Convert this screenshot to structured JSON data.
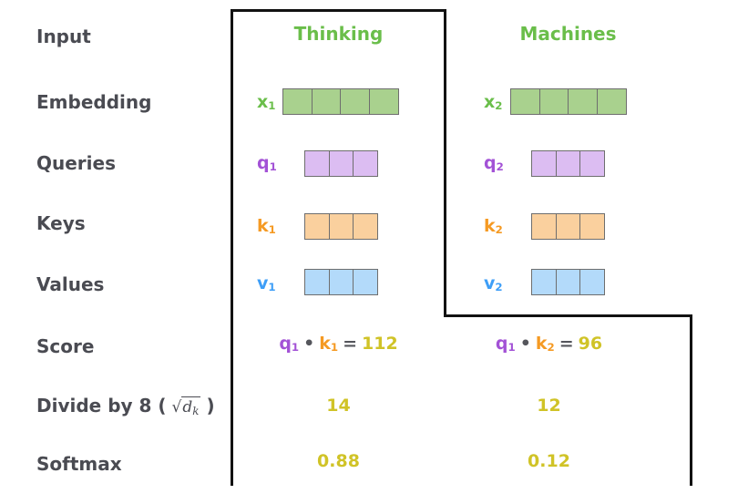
{
  "colors": {
    "green-text": "#6abe4a",
    "green-fill": "#a9d18e",
    "purple-text": "#a352d6",
    "purple-fill": "#dcbdf2",
    "orange-text": "#f59a23",
    "orange-fill": "#fad09e",
    "blue-text": "#3e9ef7",
    "blue-fill": "#b3dafa",
    "yellow-text": "#d0c327",
    "label-gray": "#4a4b52",
    "op-gray": "#55565c",
    "cell-border": "#6e6e6e",
    "frame-black": "#121212"
  },
  "row_labels": {
    "input": "Input",
    "embedding": "Embedding",
    "queries": "Queries",
    "keys": "Keys",
    "values": "Values",
    "score": "Score",
    "divide_prefix": "Divide by 8 (",
    "divide_sqrt_radical": "√",
    "divide_sqrt_base": "d",
    "divide_sqrt_sub": "k",
    "divide_suffix": ")",
    "softmax": "Softmax"
  },
  "columns": [
    {
      "title": "Thinking",
      "embedding": {
        "label": "x",
        "sub": "1",
        "cells": 4
      },
      "query": {
        "label": "q",
        "sub": "1",
        "cells": 3
      },
      "key": {
        "label": "k",
        "sub": "1",
        "cells": 3
      },
      "value": {
        "label": "v",
        "sub": "1",
        "cells": 3
      },
      "score": {
        "q_label": "q",
        "q_sub": "1",
        "dot": "•",
        "k_label": "k",
        "k_sub": "1",
        "equals": "=",
        "result": "112"
      },
      "divided": "14",
      "softmax": "0.88"
    },
    {
      "title": "Machines",
      "embedding": {
        "label": "x",
        "sub": "2",
        "cells": 4
      },
      "query": {
        "label": "q",
        "sub": "2",
        "cells": 3
      },
      "key": {
        "label": "k",
        "sub": "2",
        "cells": 3
      },
      "value": {
        "label": "v",
        "sub": "2",
        "cells": 3
      },
      "score": {
        "q_label": "q",
        "q_sub": "1",
        "dot": "•",
        "k_label": "k",
        "k_sub": "2",
        "equals": "=",
        "result": "96"
      },
      "divided": "12",
      "softmax": "0.12"
    }
  ]
}
